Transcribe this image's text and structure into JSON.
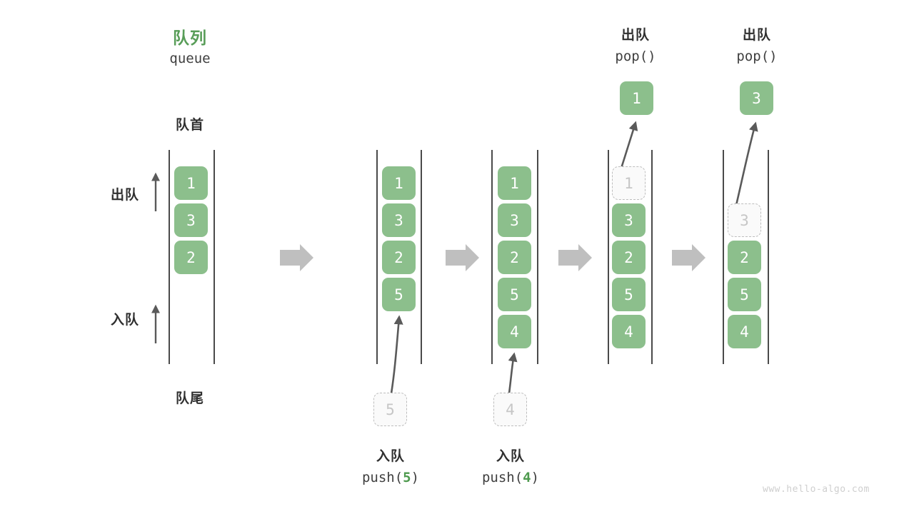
{
  "diagram": {
    "title_cn": "队列",
    "title_en": "queue",
    "front_label": "队首",
    "rear_label": "队尾",
    "dequeue_label": "出队",
    "enqueue_label": "入队",
    "accent_green": "#8cbf8c",
    "title_green": "#589d58",
    "rail_color": "#4a4a4a",
    "ghost_fill": "#fafafa",
    "ghost_border": "#bdbdbd",
    "arrow_gray": "#5a5a5a",
    "step_arrow_gray": "#bfbfbf",
    "watermark": "www.hello-algo.com"
  },
  "stages": [
    {
      "id": "stage-initial",
      "nodes": [
        "1",
        "3",
        "2"
      ],
      "ghost_index": null,
      "op_cn": null,
      "op_code": null,
      "op_arg": null,
      "popped": null
    },
    {
      "id": "stage-push-5",
      "nodes": [
        "1",
        "3",
        "2",
        "5"
      ],
      "ghost_index": null,
      "op_cn": "入队",
      "op_code_prefix": "push(",
      "op_arg": "5",
      "op_code_suffix": ")",
      "incoming": "5",
      "popped": null
    },
    {
      "id": "stage-push-4",
      "nodes": [
        "1",
        "3",
        "2",
        "5",
        "4"
      ],
      "ghost_index": null,
      "op_cn": "入队",
      "op_code_prefix": "push(",
      "op_arg": "4",
      "op_code_suffix": ")",
      "incoming": "4",
      "popped": null
    },
    {
      "id": "stage-pop-1",
      "nodes": [
        "1",
        "3",
        "2",
        "5",
        "4"
      ],
      "ghost_index": 0,
      "op_cn": "出队",
      "op_code_prefix": "pop(",
      "op_arg": "",
      "op_code_suffix": ")",
      "popped": "1"
    },
    {
      "id": "stage-pop-3",
      "nodes": [
        "3",
        "2",
        "5",
        "4"
      ],
      "ghost_index": 0,
      "op_cn": "出队",
      "op_code_prefix": "pop(",
      "op_arg": "",
      "op_code_suffix": ")",
      "popped": "3"
    }
  ],
  "step_arrows": [
    {
      "id": "step-arrow-1"
    },
    {
      "id": "step-arrow-2"
    },
    {
      "id": "step-arrow-3"
    },
    {
      "id": "step-arrow-4"
    }
  ]
}
